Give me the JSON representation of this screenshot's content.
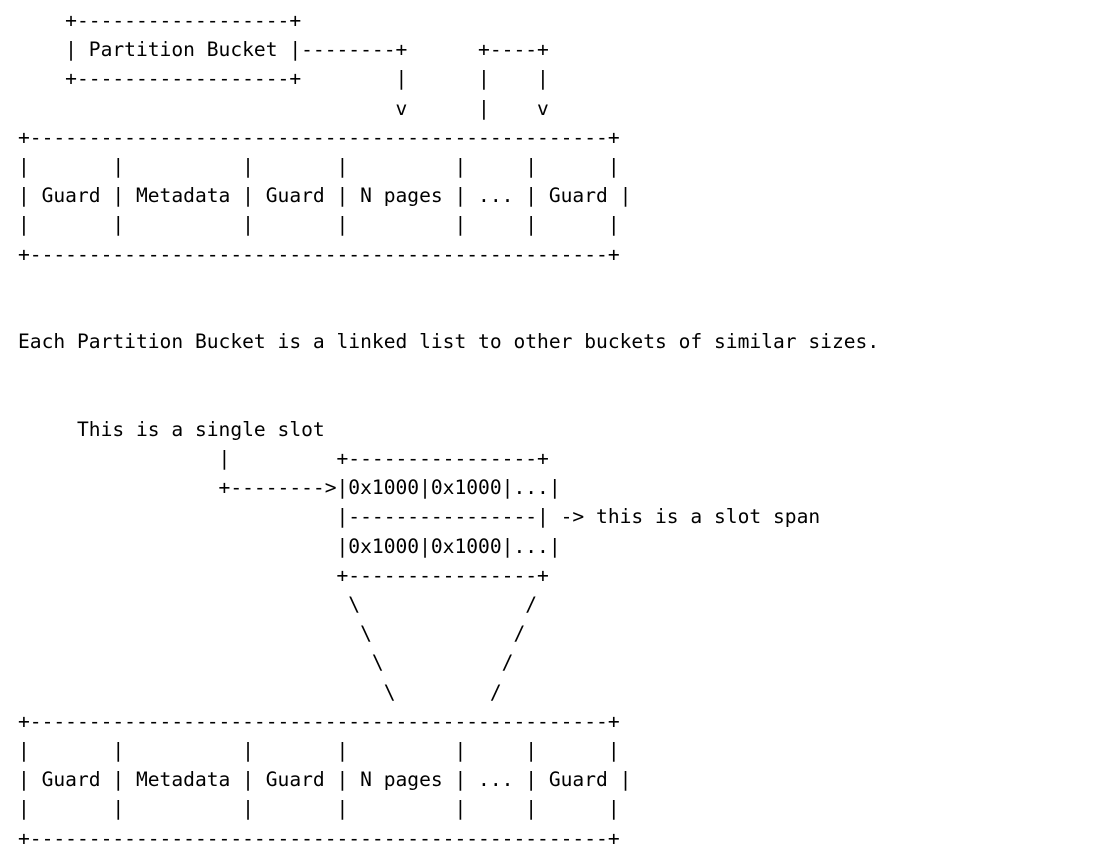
{
  "document": {
    "kind": "ascii-art-diagram",
    "title": "PartitionAlloc memory layout",
    "background_color": "#ffffff",
    "text_color": "#000000"
  },
  "labels": {
    "partition_bucket": "Partition Bucket",
    "guard": "Guard",
    "metadata": "Metadata",
    "n_pages": "N pages",
    "ellipsis": "...",
    "slot_value": "0x1000",
    "single_slot_note": "This is a single slot",
    "slot_span_note": "-> this is a slot span",
    "linked_list_note": "Each Partition Bucket is a linked list to other buckets of similar sizes."
  },
  "super_page_cells": [
    "Guard",
    "Metadata",
    "Guard",
    "N pages",
    "...",
    "Guard"
  ],
  "slot_span_rows": [
    [
      "0x1000",
      "0x1000",
      "..."
    ],
    [
      "0x1000",
      "0x1000",
      "..."
    ]
  ],
  "art": {
    "top_diagram": "    +------------------+\n    | Partition Bucket |--------+      +----+\n    +------------------+        |      |    |\n                                v      |    v\n+-------------------------------------------------+\n|       |          |       |         |     |      |\n| Guard | Metadata | Guard | N pages | ... | Guard |\n|       |          |       |         |     |      |\n+-------------------------------------------------+",
    "middle_text": "Each Partition Bucket is a linked list to other buckets of similar sizes.",
    "bottom_diagram": "     This is a single slot\n                 |         +----------------+\n                 +-------->|0x1000|0x1000|...|\n                           |----------------| -> this is a slot span\n                           |0x1000|0x1000|...|\n                           +----------------+\n                            \\              /\n                             \\            /\n                              \\          /\n                               \\        /\n+-------------------------------------------------+\n|       |          |       |         |     |      |\n| Guard | Metadata | Guard | N pages | ... | Guard |\n|       |          |       |         |     |      |\n+-------------------------------------------------+"
  },
  "full_text": "    +------------------+\n    | Partition Bucket |--------+      +----+\n    +------------------+        |      |    |\n                                v      |    v\n+-------------------------------------------------+\n|       |          |       |         |     |      |\n| Guard | Metadata | Guard | N pages | ... | Guard |\n|       |          |       |         |     |      |\n+-------------------------------------------------+\n\n\nEach Partition Bucket is a linked list to other buckets of similar sizes.\n\n\n     This is a single slot\n                 |         +----------------+\n                 +-------->|0x1000|0x1000|...|\n                           |----------------| -> this is a slot span\n                           |0x1000|0x1000|...|\n                           +----------------+\n                            \\              /\n                             \\            /\n                              \\          /\n                               \\        /\n+-------------------------------------------------+\n|       |          |       |         |     |      |\n| Guard | Metadata | Guard | N pages | ... | Guard |\n|       |          |       |         |     |      |\n+-------------------------------------------------+"
}
